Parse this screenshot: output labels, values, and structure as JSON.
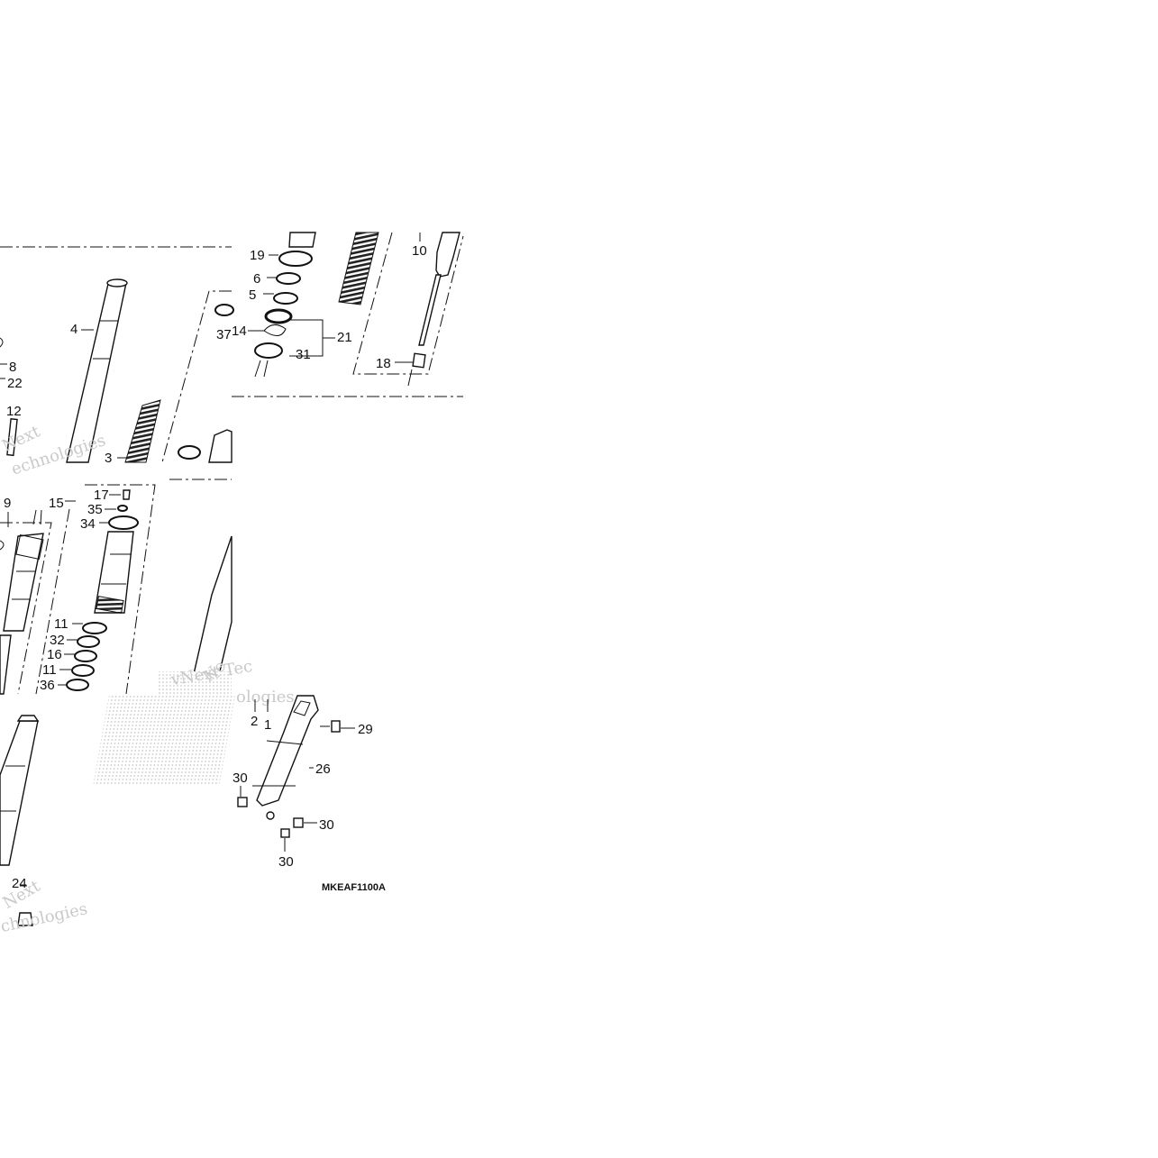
{
  "labels": [
    {
      "id": "p4",
      "text": "4"
    },
    {
      "id": "p8",
      "text": "8"
    },
    {
      "id": "p22",
      "text": "22"
    },
    {
      "id": "p12",
      "text": "12"
    },
    {
      "id": "p3",
      "text": "3"
    },
    {
      "id": "p37",
      "text": "37"
    },
    {
      "id": "p19",
      "text": "19"
    },
    {
      "id": "p6",
      "text": "6"
    },
    {
      "id": "p5",
      "text": "5"
    },
    {
      "id": "p14",
      "text": "14"
    },
    {
      "id": "p21",
      "text": "21"
    },
    {
      "id": "p31",
      "text": "31"
    },
    {
      "id": "p10",
      "text": "10"
    },
    {
      "id": "p18",
      "text": "18"
    },
    {
      "id": "p9",
      "text": "9"
    },
    {
      "id": "p15",
      "text": "15"
    },
    {
      "id": "p17",
      "text": "17"
    },
    {
      "id": "p35",
      "text": "35"
    },
    {
      "id": "p34",
      "text": "34"
    },
    {
      "id": "p11a",
      "text": "11"
    },
    {
      "id": "p32",
      "text": "32"
    },
    {
      "id": "p16",
      "text": "16"
    },
    {
      "id": "p11b",
      "text": "11"
    },
    {
      "id": "p36",
      "text": "36"
    },
    {
      "id": "p2",
      "text": "2"
    },
    {
      "id": "p1",
      "text": "1"
    },
    {
      "id": "p29",
      "text": "29"
    },
    {
      "id": "p26",
      "text": "26"
    },
    {
      "id": "p30a",
      "text": "30"
    },
    {
      "id": "p30b",
      "text": "30"
    },
    {
      "id": "p30c",
      "text": "30"
    },
    {
      "id": "p24",
      "text": "24"
    }
  ],
  "diagram_code": "MKEAF1100A"
}
